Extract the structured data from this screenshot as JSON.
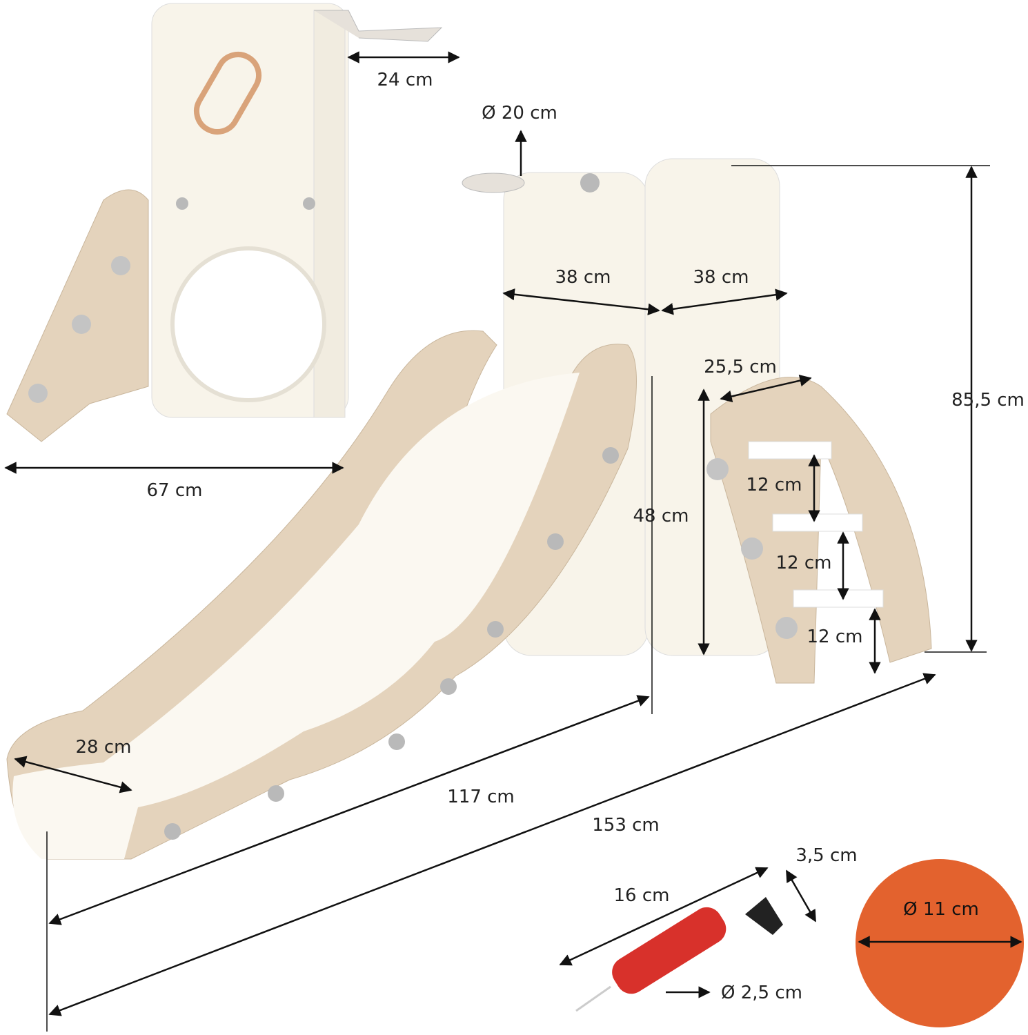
{
  "colors": {
    "beige": "#e4d3bc",
    "cream": "#f8f4ea",
    "white": "#ffffff",
    "bolt": "#b9b9b9",
    "accent": "#d9a37a",
    "pump": "#d8312b",
    "ball": "#e3622e"
  },
  "labels": {
    "side_basket_depth": "24 cm",
    "hoop_diameter": "Ø 20 cm",
    "tower_width_left": "38 cm",
    "tower_width_right": "38 cm",
    "step_width": "25,5 cm",
    "total_height": "85,5 cm",
    "side_depth": "67 cm",
    "platform_height": "48 cm",
    "step_1": "12 cm",
    "step_2": "12 cm",
    "step_3": "12 cm",
    "slide_width": "28 cm",
    "slide_length": "117 cm",
    "total_length": "153 cm",
    "pump_handle": "3,5 cm",
    "pump_length": "16 cm",
    "ball_diameter": "Ø 11 cm",
    "pump_diameter": "Ø 2,5 cm"
  }
}
